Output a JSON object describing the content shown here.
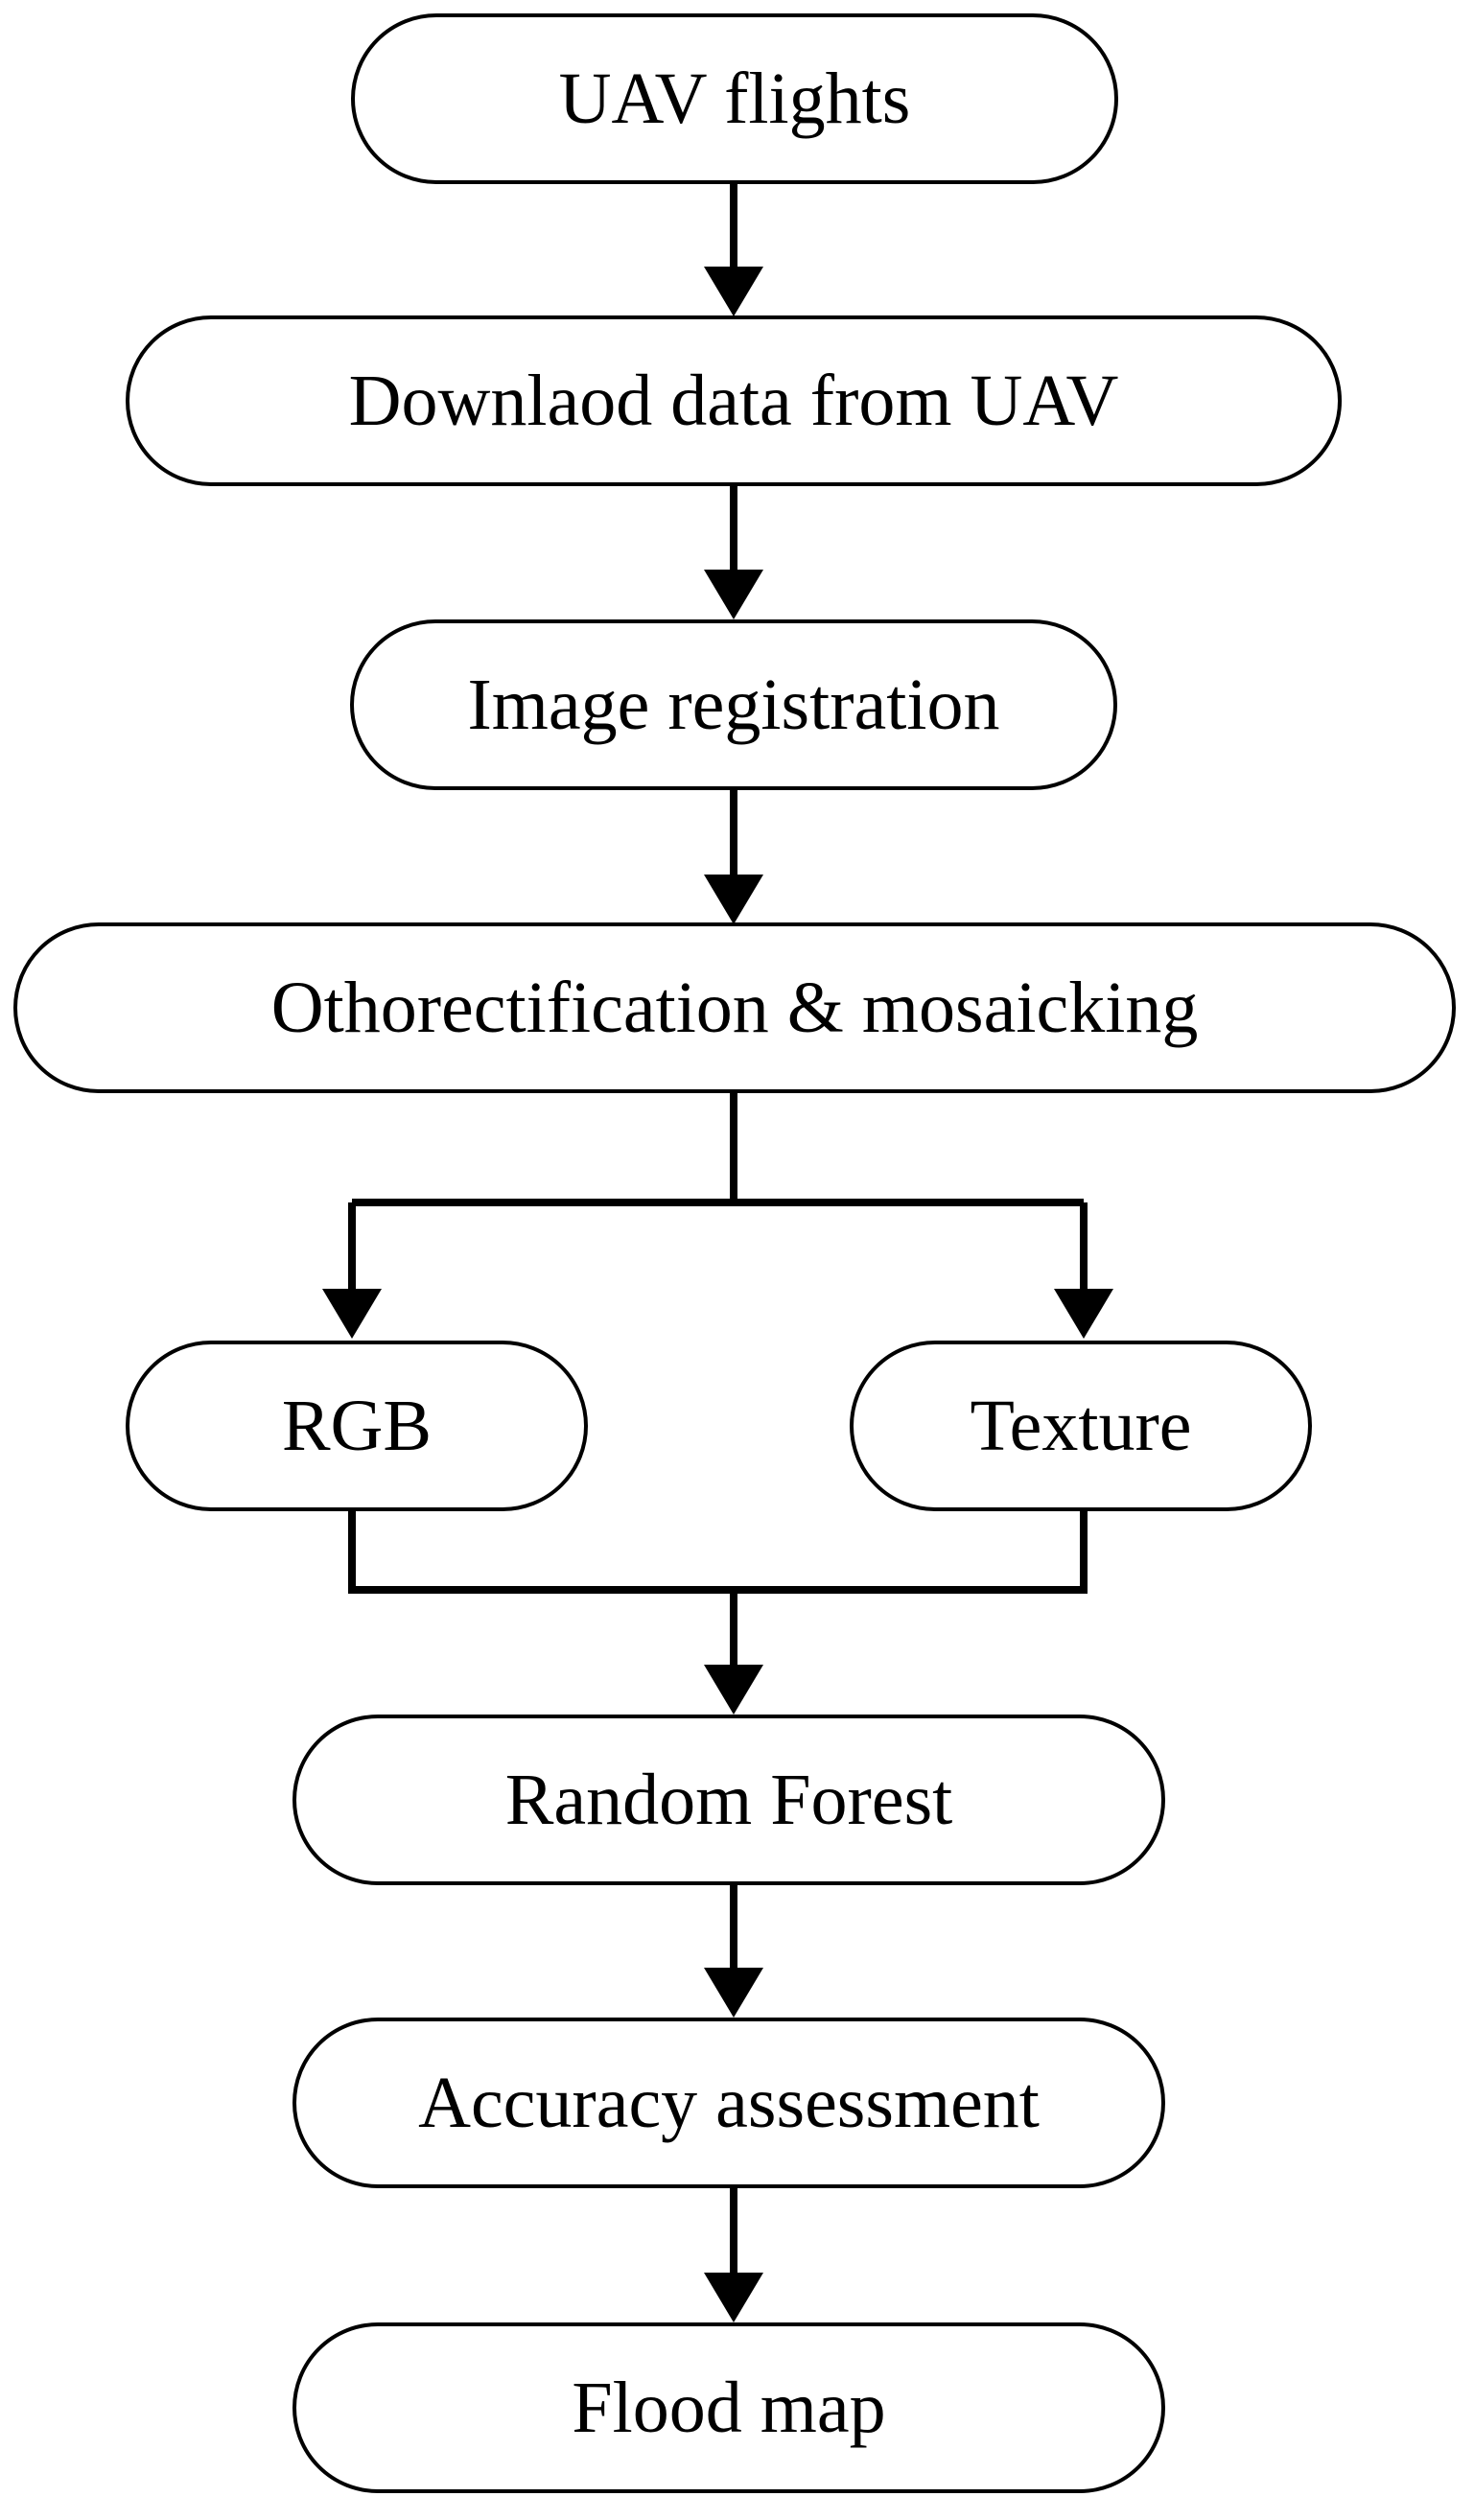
{
  "diagram": {
    "type": "flowchart",
    "nodes": [
      {
        "id": "uav_flights",
        "label": "UAV flights"
      },
      {
        "id": "download",
        "label": "Downlaod data from UAV"
      },
      {
        "id": "registration",
        "label": "Image registration"
      },
      {
        "id": "ortho",
        "label": "Othorectification & mosaicking"
      },
      {
        "id": "rgb",
        "label": "RGB"
      },
      {
        "id": "texture",
        "label": "Texture"
      },
      {
        "id": "random_forest",
        "label": "Random Forest"
      },
      {
        "id": "accuracy",
        "label": "Accuracy assessment"
      },
      {
        "id": "flood_map",
        "label": "Flood map"
      }
    ],
    "edges": [
      {
        "from": "uav_flights",
        "to": "download"
      },
      {
        "from": "download",
        "to": "registration"
      },
      {
        "from": "registration",
        "to": "ortho"
      },
      {
        "from": "ortho",
        "to": "rgb"
      },
      {
        "from": "ortho",
        "to": "texture"
      },
      {
        "from": "rgb",
        "to": "random_forest"
      },
      {
        "from": "texture",
        "to": "random_forest"
      },
      {
        "from": "random_forest",
        "to": "accuracy"
      },
      {
        "from": "accuracy",
        "to": "flood_map"
      }
    ]
  }
}
